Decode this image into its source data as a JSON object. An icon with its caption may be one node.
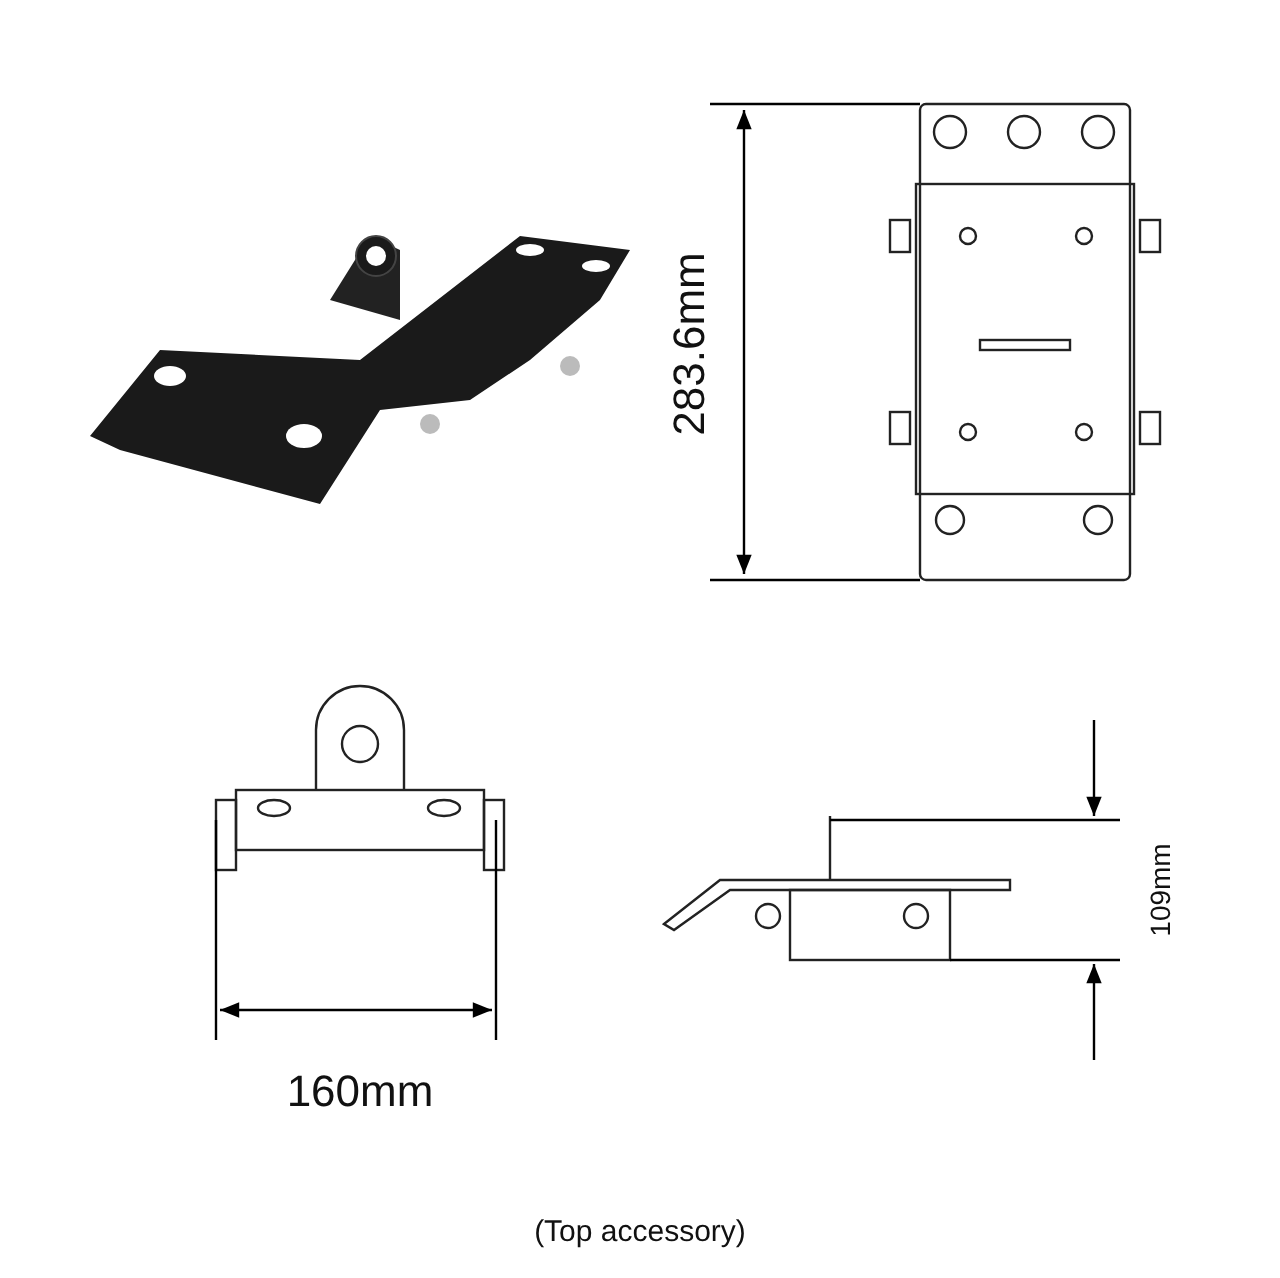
{
  "diagram": {
    "caption": "(Top accessory)",
    "labels": [
      "283.6mm",
      "160mm",
      "109mm"
    ]
  }
}
